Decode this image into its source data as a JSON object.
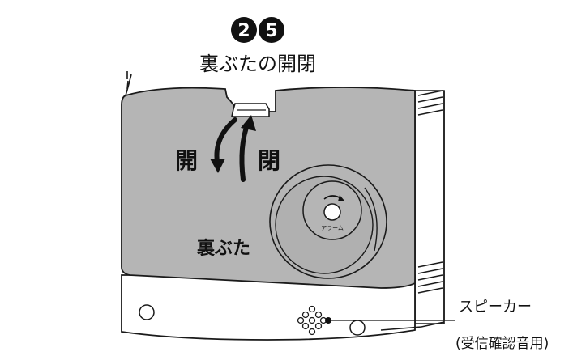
{
  "header": {
    "step_badges": [
      "2",
      "5"
    ],
    "title": "裏ぶたの開閉"
  },
  "diagram": {
    "open_label": "開",
    "close_label": "閉",
    "back_cover_label": "裏ぶた",
    "alarm_label": "アラーム",
    "speaker_label": "スピーカー",
    "speaker_sublabel": "(受信確認音用)"
  },
  "colors": {
    "cover_fill": "#b5b5b5",
    "lower_body_fill": "#ffffff",
    "outline": "#1a1a1a",
    "dial_fill": "#b0b0b0"
  }
}
